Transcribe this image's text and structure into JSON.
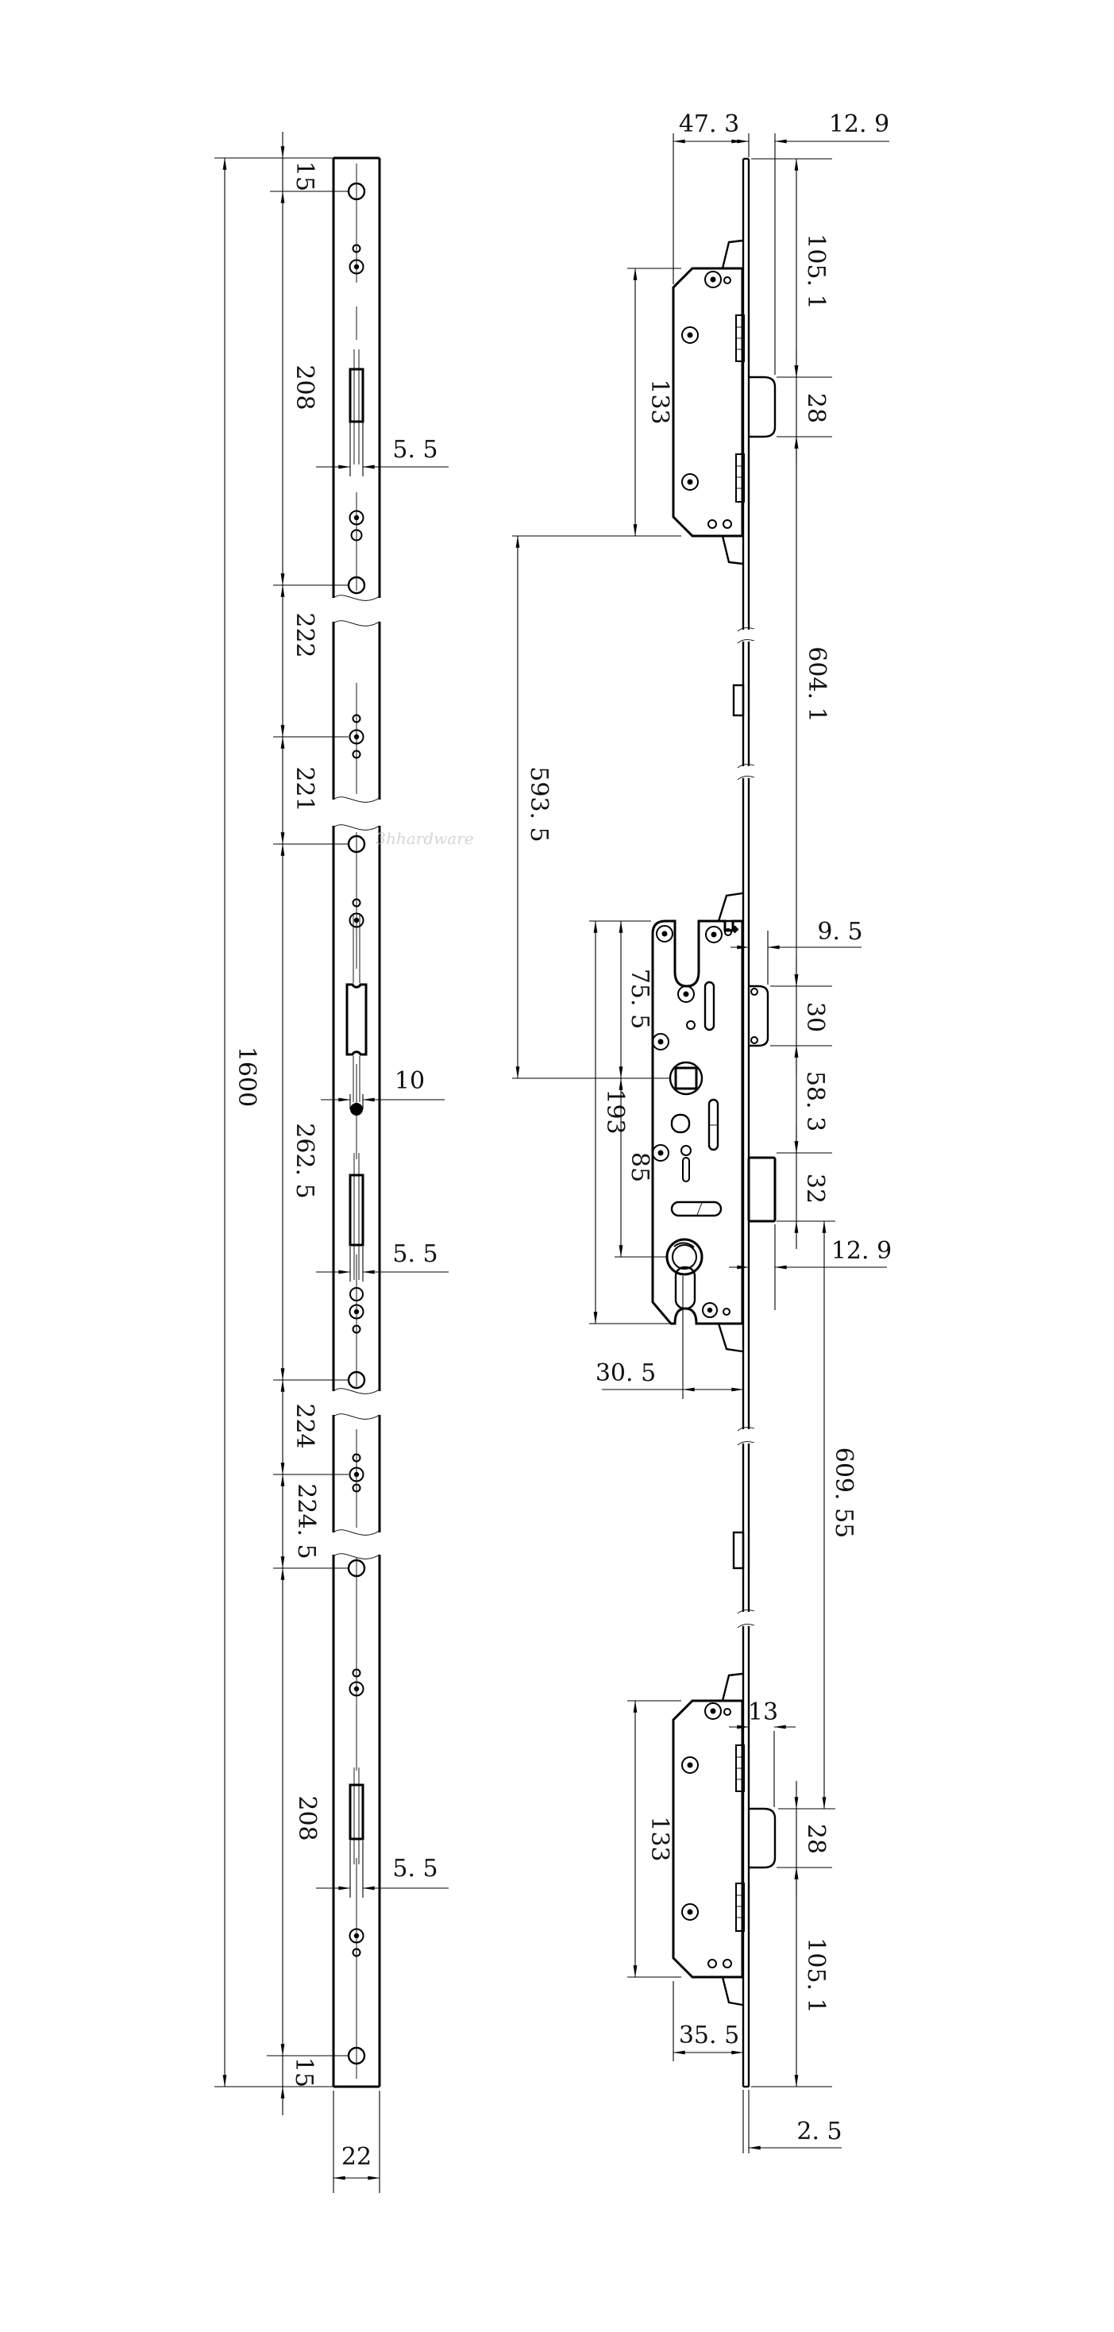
{
  "watermark": "3hhardware",
  "front_view": {
    "dims": {
      "overall": "1600",
      "end15": "15",
      "s208": "208",
      "s222": "222",
      "s221": "221",
      "s262": "262. 5",
      "s224": "224",
      "s2245": "224. 5",
      "slot55": "5. 5",
      "dia10": "10",
      "w22": "22"
    }
  },
  "side_view": {
    "dims": {
      "backset473": "47. 3",
      "protrusion129": "12. 9",
      "latchpos1051": "105. 1",
      "case133": "133",
      "latch28": "28",
      "span6041": "604. 1",
      "span5935": "593. 5",
      "follower755": "75. 5",
      "case193": "193",
      "pz85": "85",
      "protrusion95": "9. 5",
      "latch30": "30",
      "gap583": "58. 3",
      "bolt32": "32",
      "cylbackset305": "30. 5",
      "span60955": "609. 55",
      "protrusion13": "13",
      "depth355": "35. 5",
      "plate25": "2. 5"
    }
  }
}
